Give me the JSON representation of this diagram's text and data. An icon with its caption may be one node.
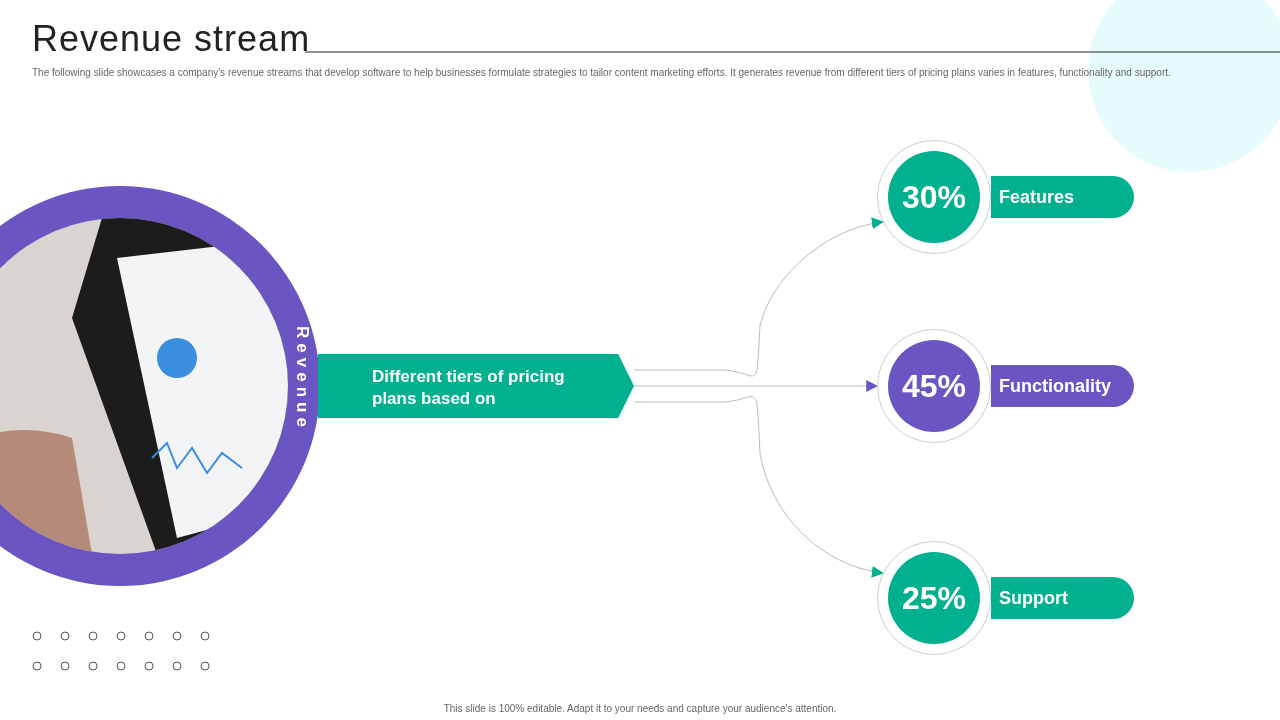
{
  "diagram": {
    "title": "Revenue stream",
    "nodes": [
      {
        "text": [
          "Revenue"
        ]
      },
      {
        "text": [],
        "shape": "picture",
        "in": 0
      },
      {
        "text": [
          "Different tiers of pricing plans based on"
        ]
      },
      {
        "text": [
          "30%"
        ]
      },
      {
        "text": [
          "Features"
        ]
      },
      {
        "text": [
          "45%"
        ]
      },
      {
        "text": [
          "Functionality"
        ]
      },
      {
        "text": [
          "25%"
        ]
      },
      {
        "text": [
          "Support"
        ]
      }
    ],
    "edges": [
      {
        "from": 2,
        "to": 3,
        "arrow": "to"
      },
      {
        "from": 2,
        "to": 5,
        "arrow": "to"
      },
      {
        "from": 2,
        "to": 7,
        "arrow": "to"
      }
    ],
    "labels": [
      "The following slide showcases a company's revenue streams that develop software to help businesses formulate strategies to tailor content marketing efforts. It generates revenue from different tiers of pricing plans varies in features, functionality and support.",
      "This slide is 100% editable. Adapt it to your needs and capture your audience's attention."
    ]
  }
}
